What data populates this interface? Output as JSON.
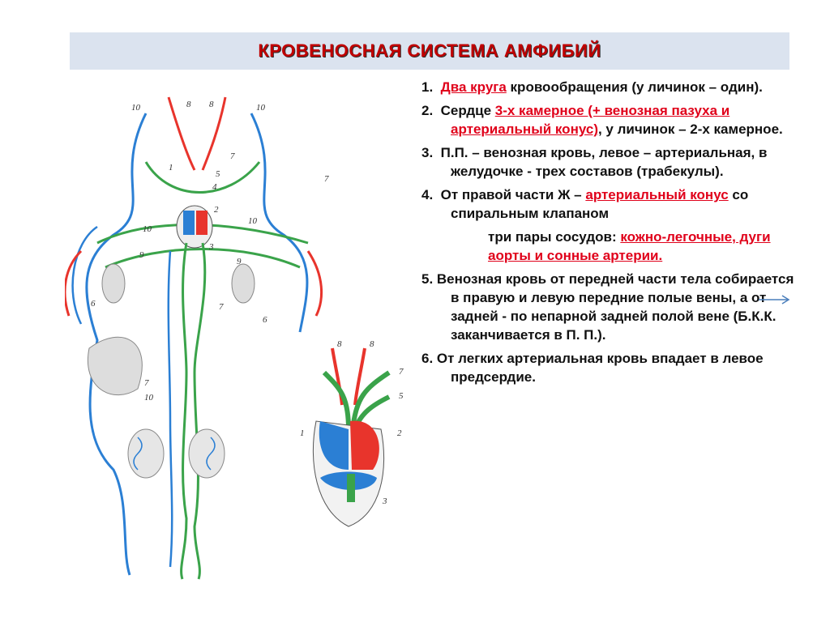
{
  "title": "КРОВЕНОСНАЯ СИСТЕМА АМФИБИЙ",
  "items": [
    {
      "num": "1.",
      "parts": [
        {
          "t": "Два круга",
          "red": true
        },
        {
          "t": " кровообращения (у личинок – один).",
          "red": false
        }
      ]
    },
    {
      "num": "2.",
      "parts": [
        {
          "t": "Сердце ",
          "red": false
        },
        {
          "t": "3-х камерное (+ венозная пазуха и артериальный конус)",
          "red": true
        },
        {
          "t": ", у личинок – 2-х камерное.",
          "red": false
        }
      ]
    },
    {
      "num": "3.",
      "parts": [
        {
          "t": "П.П. – венозная кровь, левое – артериальная, в желудочке - трех составов (трабекулы).",
          "red": false
        }
      ]
    },
    {
      "num": "4.",
      "parts": [
        {
          "t": "От правой части Ж – ",
          "red": false
        },
        {
          "t": "артериальный конус",
          "red": true
        },
        {
          "t": " со спиральным клапаном",
          "red": false
        }
      ]
    }
  ],
  "vessels_line": {
    "pre": "три пары сосудов: ",
    "red": "кожно-легочные, дуги аорты и сонные артерии."
  },
  "item5": "5. Венозная кровь  от передней части тела собирается в правую и левую  передние полые вены, а от задней -   по непарной  задней полой вене (Б.К.К.  заканчивается в П. П.).",
  "item6": "6. От легких  артериальная кровь впадает в левое предсердие.",
  "diagram_labels": {
    "main": [
      "10",
      "8",
      "8",
      "10",
      "1",
      "7",
      "5",
      "4",
      "2",
      "7",
      "10",
      "10",
      "9",
      "3",
      "9",
      "6",
      "7",
      "6",
      "7",
      "10"
    ],
    "heart": [
      "8",
      "8",
      "7",
      "5",
      "1",
      "2",
      "3"
    ]
  },
  "colors": {
    "artery": "#e8342c",
    "vein": "#2b7fd4",
    "mixed": "#3aa34a",
    "title": "#c00000"
  },
  "icons": {
    "arrow": "arrow-right-icon"
  }
}
